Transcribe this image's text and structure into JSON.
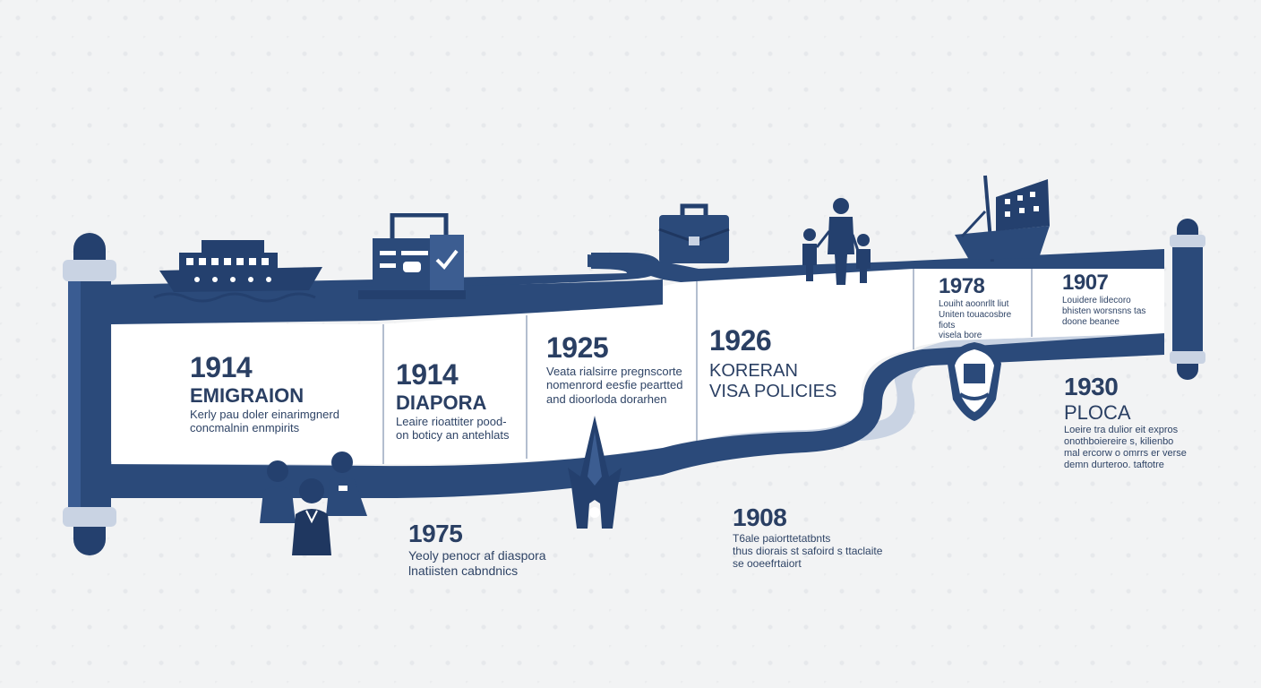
{
  "colors": {
    "navy": "#2b4a7a",
    "dark_navy": "#1f3760",
    "light_band": "#c9d3e3",
    "panel_white": "#ffffff",
    "text": "#2a3f63"
  },
  "events": [
    {
      "id": "e1",
      "year": "1914",
      "title": "EMIGRAION",
      "desc_lines": [
        "Kerly pau doler einarimgnerd",
        "concmalnin enmpirits"
      ]
    },
    {
      "id": "e2",
      "year": "1914",
      "title": "DIAPORA",
      "desc_lines": [
        "Leaire rioattiter pood-",
        "on boticy an antehlats"
      ]
    },
    {
      "id": "e3",
      "year": "1925",
      "title": "",
      "desc_lines": [
        "Veata rialsirre pregnscorte",
        "nomenrord eesfie peartted",
        "and dioorloda dorarhen"
      ]
    },
    {
      "id": "e4",
      "year": "1926",
      "title_lines": [
        "KORERAN",
        "VISA POLICIES"
      ],
      "desc_lines": []
    },
    {
      "id": "e5",
      "year": "1978",
      "title": "",
      "desc_lines": [
        "Louiht aoonrllt liut",
        "Uniten touacosbre fiots",
        "visela bore"
      ]
    },
    {
      "id": "e6",
      "year": "1907",
      "title": "",
      "desc_lines": [
        "Louidere lidecoro",
        "bhisten worsnsns tas",
        "doone beanee"
      ]
    },
    {
      "id": "e7",
      "year": "1930",
      "title": "PLOCA",
      "desc_lines": [
        "Loeire tra dulior eit expros",
        "onothboiereire s, kilienbo",
        "mal ercorw o omrrs er verse",
        "demn durteroo. taftotre"
      ]
    },
    {
      "id": "e8",
      "year": "1975",
      "title": "",
      "desc_lines": [
        "Yeoly penocr af diaspora",
        "lnatiisten cabndnics"
      ]
    },
    {
      "id": "e9",
      "year": "1908",
      "title": "",
      "desc_lines": [
        "T6ale paiorttetatbnts",
        "thus diorais st safoird s ttaclaite",
        "se ooeefrtaiort"
      ]
    }
  ],
  "icons": [
    "ship-icon",
    "ballot-box-icon",
    "briefcase-icon",
    "family-icon",
    "historic-ship-icon",
    "emblem-icon",
    "landmark-icon",
    "people-group-icon"
  ]
}
